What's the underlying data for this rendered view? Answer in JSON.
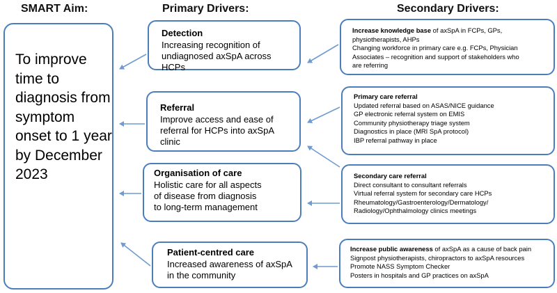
{
  "headers": {
    "aim": "SMART Aim:",
    "primary": "Primary Drivers:",
    "secondary": "Secondary Drivers:"
  },
  "aim": {
    "text": "To improve time to diagnosis from symptom onset to 1 year by December 2023"
  },
  "primary_drivers": [
    {
      "title": "Detection",
      "lines": [
        "Increasing recognition of",
        "undiagnosed axSpA across",
        "HCPs"
      ]
    },
    {
      "title": "Referral",
      "lines": [
        "Improve access and ease of",
        "referral for HCPs into axSpA",
        "clinic"
      ]
    },
    {
      "title": "Organisation  of care",
      "lines": [
        "Holistic care for all aspects",
        "of disease from diagnosis",
        "to long-term management"
      ]
    },
    {
      "title": "Patient-centred care",
      "lines": [
        "Increased awareness of axSpA",
        "in the community"
      ]
    }
  ],
  "secondary_drivers": {
    "knowledge": {
      "bold": "Increase knowledge base",
      "first_rest": " of axSpA in FCPs, GPs,",
      "lines": [
        "physiotherapists, AHPs",
        "Changing workforce in primary care e.g. FCPs, Physician",
        "Associates – recognition and support of stakeholders who",
        "are referring"
      ]
    },
    "primary_care": {
      "title": "Primary care referral",
      "lines": [
        "Updated referral based on ASAS/NICE guidance",
        "GP electronic referral system on EMIS",
        "Community  physiotherapy triage system",
        "Diagnostics in place (MRI SpA protocol)",
        "IBP referral pathway in place"
      ]
    },
    "secondary_care": {
      "title": "Secondary care referral",
      "lines": [
        "Direct consultant to consultant referrals",
        "Virtual referral system for secondary care HCPs",
        "Rheumatology/Gastroenterology/Dermatology/",
        "Radiology/Ophthalmology clinics meetings"
      ]
    },
    "public": {
      "bold": "Increase public awareness",
      "first_rest": " of axSpA as a cause of back pain",
      "lines": [
        "Signpost physiotherapists, chiropractors to axSpA resources",
        "Promote  NASS Symptom Checker",
        "Posters in hospitals and GP practices on axSpA"
      ]
    }
  },
  "colors": {
    "border": "#4a7ebb",
    "arrow": "#6f9bd1"
  }
}
